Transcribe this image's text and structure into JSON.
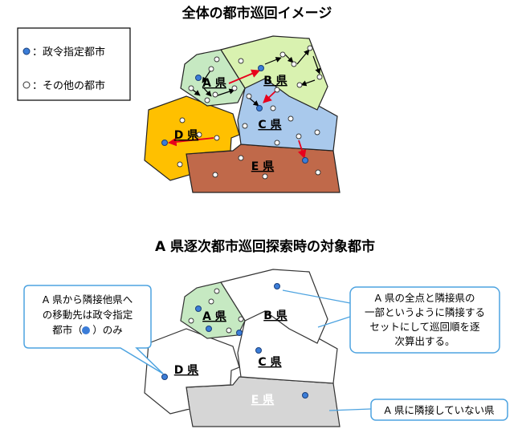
{
  "colors": {
    "pref_a_fill": "#c6e9c2",
    "pref_b_fill": "#d9f2b0",
    "pref_c_fill": "#a9c9ec",
    "pref_d_fill": "#ffc000",
    "pref_e_fill": "#c0694a",
    "inactive_fill": "#ffffff",
    "e_gray_fill": "#d6d6d6",
    "designated_dot": "#3b7dd8",
    "route_red": "#e8001c",
    "callout_border": "#4da3e0"
  },
  "top": {
    "title": "全体の都市巡回イメージ",
    "legend": {
      "designated_label": "：政令指定都市",
      "other_label": "：その他の都市",
      "designated_icon": "blue-dot-icon",
      "other_icon": "white-dot-icon"
    },
    "prefs": {
      "a": "A 県",
      "b": "B 県",
      "c": "C 県",
      "d": "D 県",
      "e": "E 県"
    }
  },
  "bottom": {
    "title": "A 県逐次都市巡回探索時の対象都市",
    "prefs": {
      "a": "A 県",
      "b": "B 県",
      "c": "C 県",
      "d": "D 県",
      "e": "E 県"
    },
    "callout_left": [
      "A 県から隣接他県へ",
      "の移動先は政令指定",
      "都市（　）のみ"
    ],
    "callout_right": [
      "A 県の全点と隣接県の",
      "一部というように隣接する",
      "セットにして巡回順を逐",
      "次算出する。"
    ],
    "callout_bottom": "A 県に隣接していない県"
  }
}
